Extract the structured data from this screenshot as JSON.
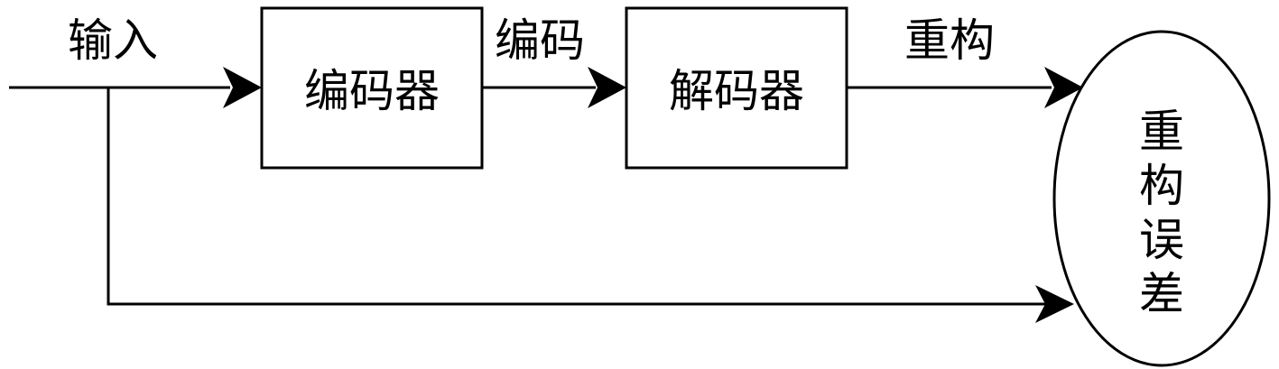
{
  "labels": {
    "input": "输入",
    "encoded": "编码",
    "reconstruction": "重构"
  },
  "blocks": {
    "encoder": "编码器",
    "decoder": "解码器"
  },
  "error_node": {
    "chars": [
      "重",
      "构",
      "误",
      "差"
    ]
  }
}
